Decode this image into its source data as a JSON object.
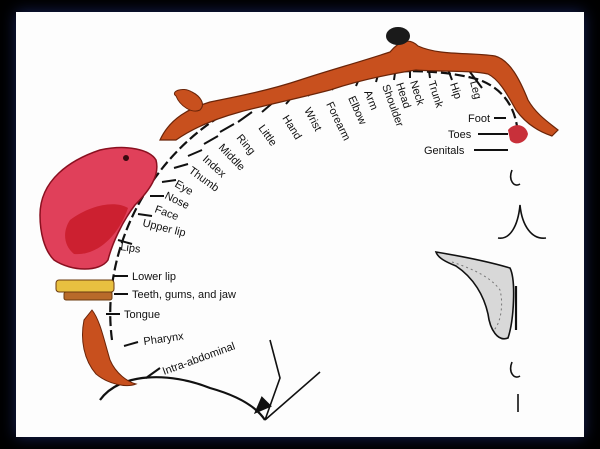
{
  "labels": {
    "leg": "Leg",
    "hip": "Hip",
    "trunk": "Trunk",
    "neck": "Neck",
    "head": "Head",
    "shoulder": "Shoulder",
    "arm": "Arm",
    "elbow": "Elbow",
    "forearm": "Forearm",
    "wrist": "Wrist",
    "hand": "Hand",
    "little": "Little",
    "ring": "Ring",
    "middle": "Middle",
    "index": "Index",
    "thumb": "Thumb",
    "eye": "Eye",
    "nose": "Nose",
    "face": "Face",
    "upper_lip": "Upper lip",
    "lips": "Lips",
    "lower_lip": "Lower lip",
    "teeth": "Teeth, gums, and jaw",
    "tongue": "Tongue",
    "pharynx": "Pharynx",
    "intra_abdominal": "Intra-abdominal",
    "foot": "Foot",
    "toes": "Toes",
    "genitals": "Genitals"
  },
  "colors": {
    "body": "#c8501e",
    "face": "#e0405a",
    "lip": "#cc2030",
    "border_glow": "#3a50b0"
  }
}
